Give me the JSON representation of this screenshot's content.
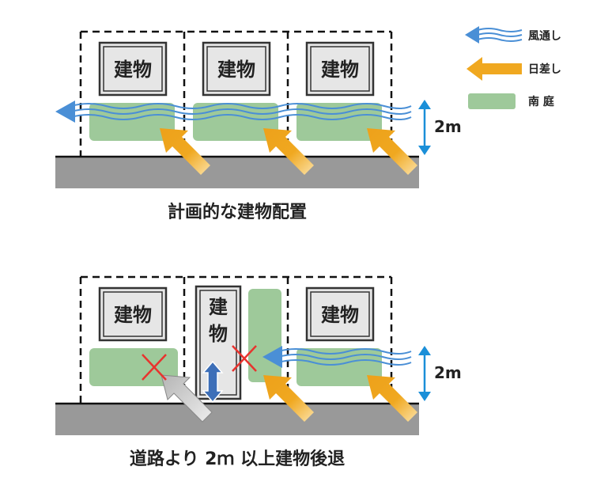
{
  "colors": {
    "garden": "#9ec99a",
    "road": "#999999",
    "sun": "#f0a820",
    "wind": "#4a8fd6",
    "vertical_arrow": "#3d6fb8",
    "blocked_sun": "#bdbdbd",
    "cross": "#e8332e",
    "dimension": "#1a8fd8",
    "building_fill": "#e6e6e6"
  },
  "legend": {
    "wind": "風通し",
    "sun": "日差し",
    "garden": "南 庭"
  },
  "top_panel": {
    "buildings": [
      "建物",
      "建物",
      "建物"
    ],
    "dimension": "2m",
    "caption": "計画的な建物配置"
  },
  "bottom_panel": {
    "buildings": [
      "建物",
      "建物",
      "建物"
    ],
    "dimension": "2m",
    "caption": "道路より 2ｍ 以上建物後退"
  }
}
